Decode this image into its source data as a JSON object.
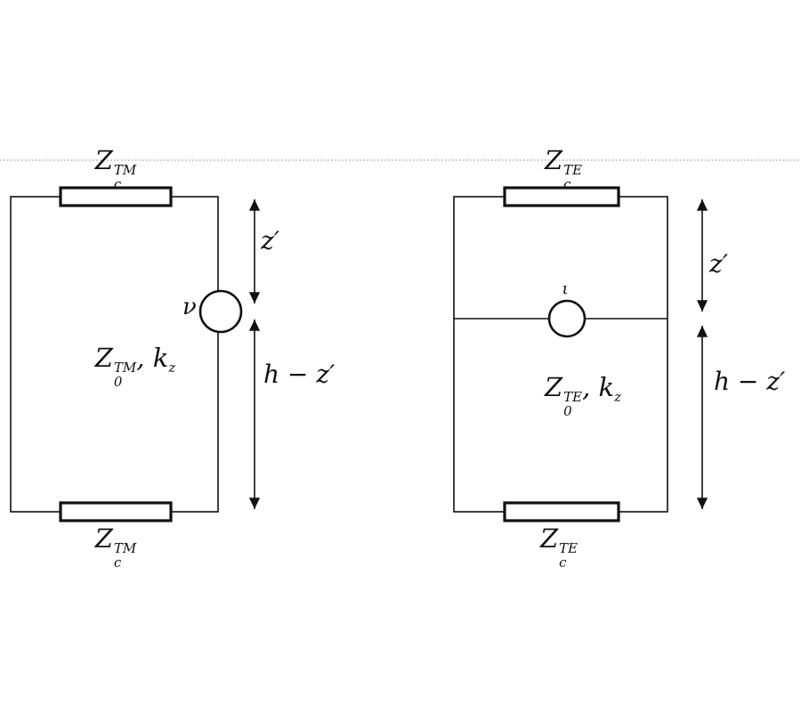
{
  "figure": {
    "description": "TM and TE transmission-line equivalent circuits"
  },
  "left_circuit": {
    "top_impedance": {
      "base": "Z",
      "sup": "TM",
      "sub": "c"
    },
    "bottom_impedance": {
      "base": "Z",
      "sup": "TM",
      "sub": "c"
    },
    "char_impedance": {
      "base": "Z",
      "sup": "TM",
      "sub": "0",
      "rest": ", k",
      "rest_sub": "z"
    },
    "source": {
      "symbol": "ν",
      "type": "voltage-source"
    },
    "dims": {
      "upper": "z′",
      "lower": "h − z′"
    }
  },
  "right_circuit": {
    "top_impedance": {
      "base": "Z",
      "sup": "TE",
      "sub": "c"
    },
    "bottom_impedance": {
      "base": "Z",
      "sup": "TE",
      "sub": "c"
    },
    "char_impedance": {
      "base": "Z",
      "sup": "TE",
      "sub": "0",
      "rest": ", k",
      "rest_sub": "z"
    },
    "source": {
      "symbol": "ι",
      "type": "current-source"
    },
    "dims": {
      "upper": "z′",
      "lower": "h − z′"
    }
  }
}
